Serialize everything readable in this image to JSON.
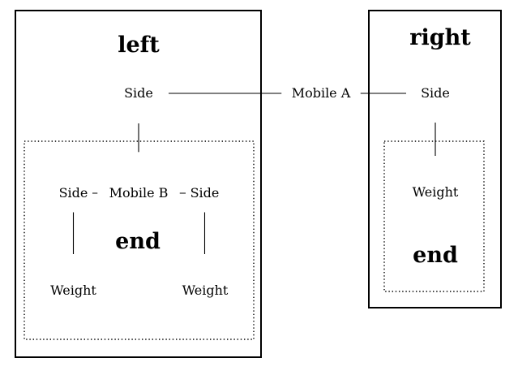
{
  "colors": {
    "stroke": "#000000",
    "background": "#ffffff"
  },
  "mobile_a": "Mobile A",
  "left_group": {
    "title": "left",
    "top_side": "Side",
    "end": {
      "title": "end",
      "mobile_b": "Mobile B",
      "left_side": "Side",
      "right_side": "Side",
      "left_weight": "Weight",
      "right_weight": "Weight"
    }
  },
  "right_group": {
    "title": "right",
    "side": "Side",
    "end": {
      "title": "end",
      "weight": "Weight"
    }
  }
}
